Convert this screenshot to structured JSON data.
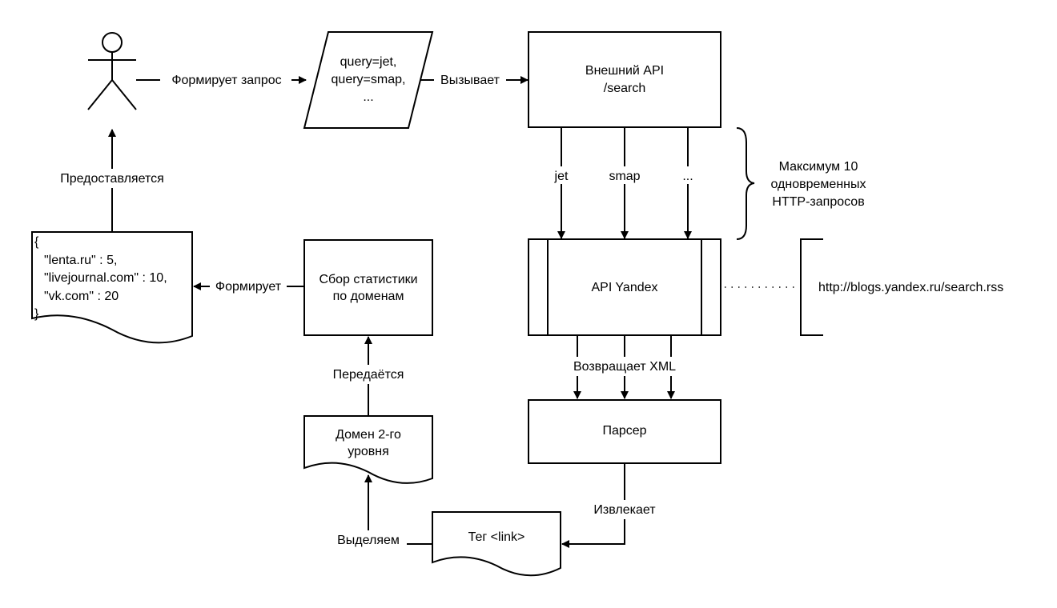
{
  "actor": {
    "icon": "person-icon"
  },
  "query_params": {
    "lines": [
      "query=jet,",
      "query=smap,",
      "..."
    ]
  },
  "external_api": {
    "lines": [
      "Внешний API",
      "/search"
    ]
  },
  "yandex_api": {
    "label": "API Yandex"
  },
  "rss_url": {
    "label": "http://blogs.yandex.ru/search.rss"
  },
  "parser": {
    "label": "Парсер"
  },
  "link_tag": {
    "label": "Тег <link>"
  },
  "domain_doc": {
    "lines": [
      "Домен 2-го",
      "уровня"
    ]
  },
  "stats": {
    "lines": [
      "Сбор статистики",
      "по доменам"
    ]
  },
  "result_doc": {
    "lines": [
      "{",
      "\"lenta.ru\" : 5,",
      "\"livejournal.com\" : 10,",
      "\"vk.com\" : 20",
      "}"
    ]
  },
  "concurrency_note": {
    "lines": [
      "Максимум 10",
      "одновременных",
      "HTTP-запросов"
    ]
  },
  "edges": {
    "forms_request": "Формирует запрос",
    "calls": "Вызывает",
    "req_jet": "jet",
    "req_smap": "smap",
    "req_more": "...",
    "returns_xml": "Возвращает XML",
    "extracts": "Извлекает",
    "extract_domain": "Выделяем",
    "passed": "Передаётся",
    "forms": "Формирует",
    "provided": "Предоставляется"
  }
}
